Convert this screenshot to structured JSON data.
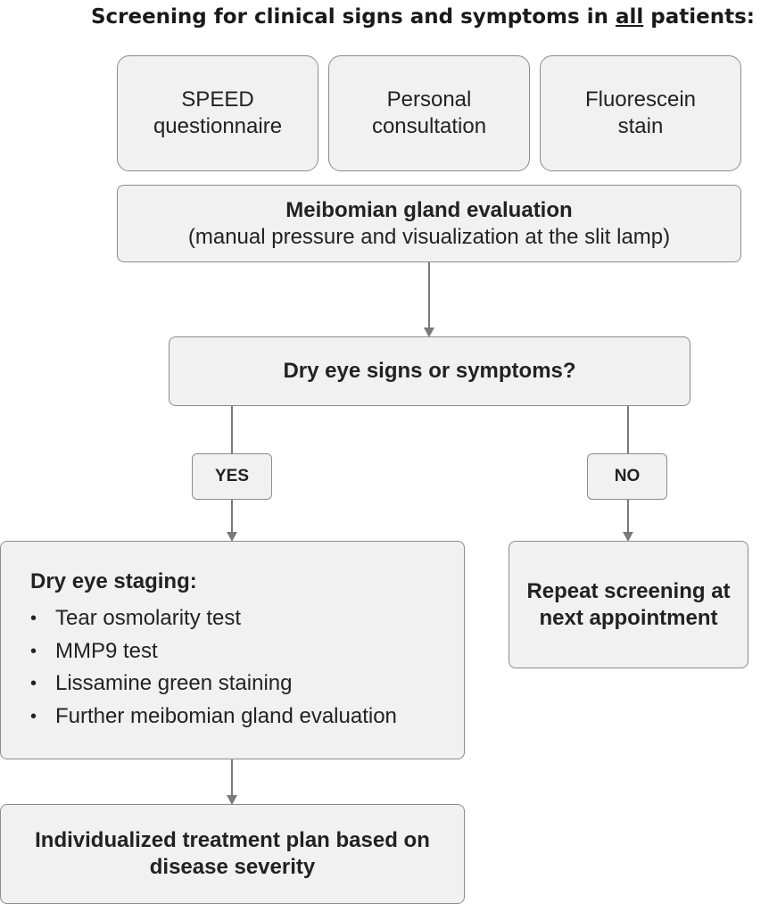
{
  "title": {
    "before": "Screening for clinical signs and symptoms in ",
    "emphasis": "all",
    "after": " patients:"
  },
  "screening": {
    "speed": [
      "SPEED",
      "questionnaire"
    ],
    "consultation": [
      "Personal",
      "consultation"
    ],
    "fluorescein": [
      "Fluorescein",
      "stain"
    ]
  },
  "meibomian": {
    "title": "Meibomian gland evaluation",
    "subtitle": "(manual pressure and visualization at the slit lamp)"
  },
  "decision": {
    "question": "Dry eye signs or symptoms?",
    "yes_label": "YES",
    "no_label": "NO"
  },
  "staging": {
    "heading": "Dry eye staging:",
    "bullet": "•",
    "items": [
      "Tear osmolarity test",
      "MMP9 test",
      "Lissamine green staining",
      "Further meibomian gland evaluation"
    ]
  },
  "repeat": [
    "Repeat screening at",
    "next appointment"
  ],
  "treatment": [
    "Individualized treatment plan based on",
    "disease severity"
  ],
  "colors": {
    "box_fill": "#f1f1f1",
    "box_border": "#8c8c8c",
    "connector": "#7a7a7a"
  }
}
